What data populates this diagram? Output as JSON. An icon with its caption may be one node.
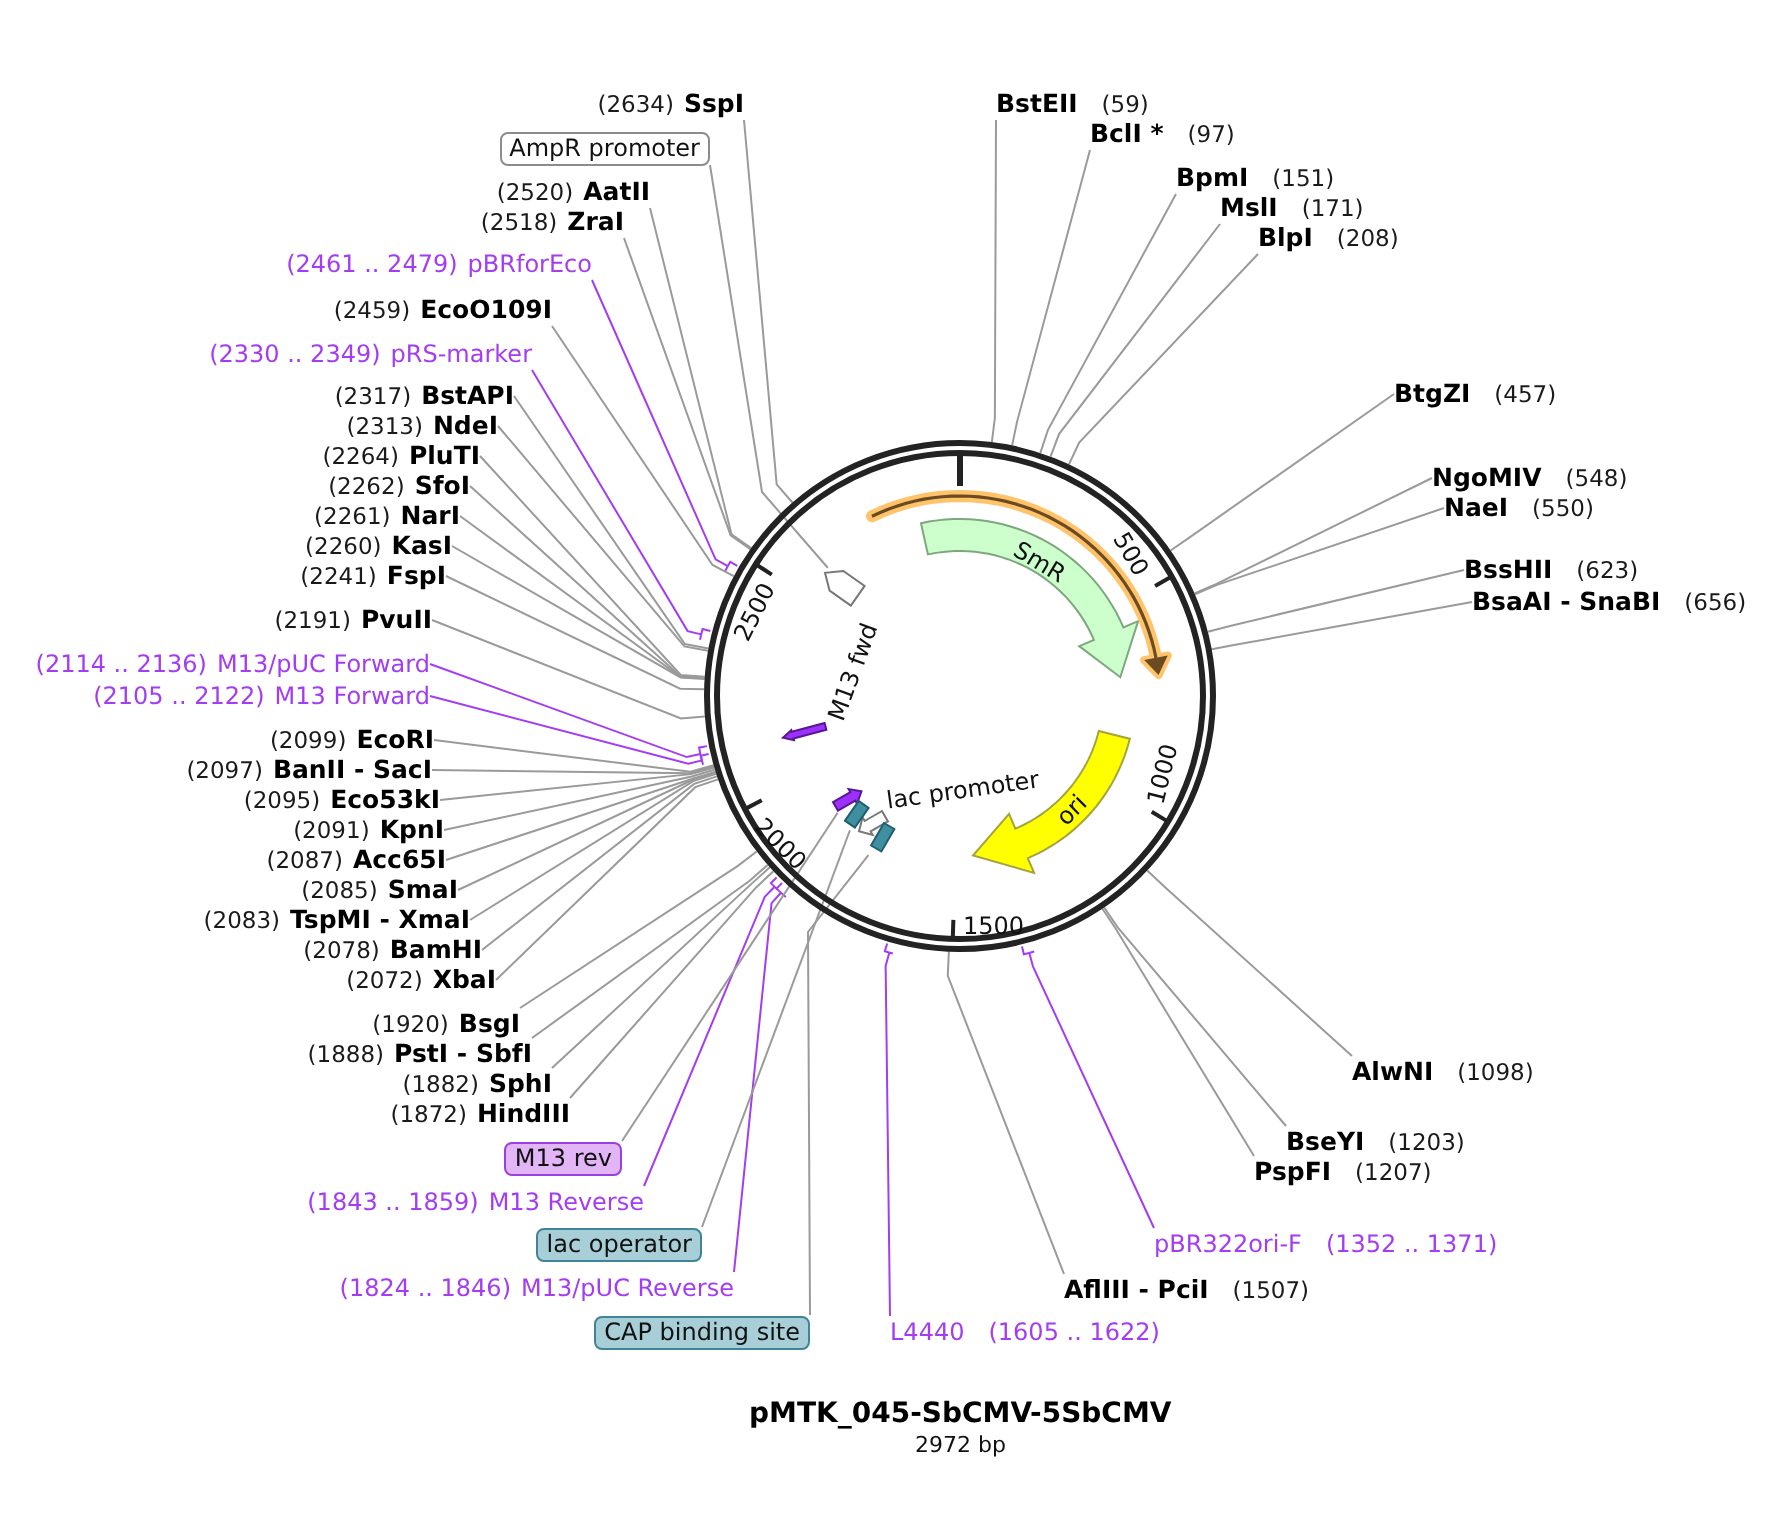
{
  "diagram": {
    "title": "pMTK_045-SbCMV-5SbCMV",
    "nodes": [
      {
        "text": [],
        "shape": "circle"
      },
      {
        "text": [
          "SmR"
        ],
        "in": 0
      },
      {
        "text": [
          "ori"
        ],
        "in": 0
      },
      {
        "text": [],
        "shape": "arrow",
        "in": 0
      },
      {
        "text": [],
        "shape": "arrow",
        "beside": [
          "M13 fwd"
        ],
        "in": 0
      },
      {
        "text": [],
        "shape": "arrow",
        "beside": [
          "lac promoter"
        ],
        "in": 0
      },
      {
        "text": [],
        "shape": "arrow",
        "in": 0
      },
      {
        "text": [],
        "shape": "box",
        "in": 0
      },
      {
        "text": [],
        "shape": "box",
        "in": 0
      },
      {
        "text": [
          "BstEII",
          "(59)"
        ]
      },
      {
        "text": [
          "BclI *",
          "(97)"
        ]
      },
      {
        "text": [
          "BpmI",
          "(151)"
        ]
      },
      {
        "text": [
          "MslI",
          "(171)"
        ]
      },
      {
        "text": [
          "BlpI",
          "(208)"
        ]
      },
      {
        "text": [
          "BtgZI",
          "(457)"
        ]
      },
      {
        "text": [
          "NgoMIV",
          "(548)"
        ]
      },
      {
        "text": [
          "NaeI",
          "(550)"
        ]
      },
      {
        "text": [
          "BssHII",
          "(623)"
        ]
      },
      {
        "text": [
          "BsaAI - SnaBI",
          "(656)"
        ]
      },
      {
        "text": [
          "AlwNI",
          "(1098)"
        ]
      },
      {
        "text": [
          "BseYI",
          "(1203)"
        ]
      },
      {
        "text": [
          "PspFI",
          "(1207)"
        ]
      },
      {
        "text": [
          "pBR322ori-F",
          "(1352 .. 1371)"
        ]
      },
      {
        "text": [
          "AflIII - PciI",
          "(1507)"
        ]
      },
      {
        "text": [
          "L4440",
          "(1605 .. 1622)"
        ]
      },
      {
        "text": [
          "CAP binding site"
        ]
      },
      {
        "text": [
          "(1824 .. 1846)",
          "M13/pUC Reverse"
        ]
      },
      {
        "text": [
          "lac operator"
        ]
      },
      {
        "text": [
          "(1843 .. 1859)",
          "M13 Reverse"
        ]
      },
      {
        "text": [
          "M13 rev"
        ]
      },
      {
        "text": [
          "(1872)",
          "HindIII"
        ]
      },
      {
        "text": [
          "(1882)",
          "SphI"
        ]
      },
      {
        "text": [
          "(1888)",
          "PstI - SbfI"
        ]
      },
      {
        "text": [
          "(1920)",
          "BsgI"
        ]
      },
      {
        "text": [
          "(2072)",
          "XbaI"
        ]
      },
      {
        "text": [
          "(2078)",
          "BamHI"
        ]
      },
      {
        "text": [
          "(2083)",
          "TspMI - XmaI"
        ]
      },
      {
        "text": [
          "(2085)",
          "SmaI"
        ]
      },
      {
        "text": [
          "(2087)",
          "Acc65I"
        ]
      },
      {
        "text": [
          "(2091)",
          "KpnI"
        ]
      },
      {
        "text": [
          "(2095)",
          "Eco53kI"
        ]
      },
      {
        "text": [
          "(2097)",
          "BanII - SacI"
        ]
      },
      {
        "text": [
          "(2099)",
          "EcoRI"
        ]
      },
      {
        "text": [
          "(2105 .. 2122)",
          "M13 Forward"
        ]
      },
      {
        "text": [
          "(2114 .. 2136)",
          "M13/pUC Forward"
        ]
      },
      {
        "text": [
          "(2191)",
          "PvuII"
        ]
      },
      {
        "text": [
          "(2241)",
          "FspI"
        ]
      },
      {
        "text": [
          "(2260)",
          "KasI"
        ]
      },
      {
        "text": [
          "(2261)",
          "NarI"
        ]
      },
      {
        "text": [
          "(2262)",
          "SfoI"
        ]
      },
      {
        "text": [
          "(2264)",
          "PluTI"
        ]
      },
      {
        "text": [
          "(2313)",
          "NdeI"
        ]
      },
      {
        "text": [
          "(2317)",
          "BstAPI"
        ]
      },
      {
        "text": [
          "(2330 .. 2349)",
          "pRS-marker"
        ]
      },
      {
        "text": [
          "(2459)",
          "EcoO109I"
        ]
      },
      {
        "text": [
          "(2461 .. 2479)",
          "pBRforEco"
        ]
      },
      {
        "text": [
          "(2518)",
          "ZraI"
        ]
      },
      {
        "text": [
          "(2520)",
          "AatII"
        ]
      },
      {
        "text": [
          "AmpR promoter"
        ]
      },
      {
        "text": [
          "(2634)",
          "SspI"
        ]
      }
    ],
    "edges": [
      {
        "from": 9,
        "to": 0,
        "arrow": "none"
      },
      {
        "from": 10,
        "to": 0,
        "arrow": "none"
      },
      {
        "from": 11,
        "to": 0,
        "arrow": "none"
      },
      {
        "from": 12,
        "to": 0,
        "arrow": "none"
      },
      {
        "from": 13,
        "to": 0,
        "arrow": "none"
      },
      {
        "from": 14,
        "to": 0,
        "arrow": "none"
      },
      {
        "from": 15,
        "to": 0,
        "arrow": "none"
      },
      {
        "from": 16,
        "to": 0,
        "arrow": "none"
      },
      {
        "from": 17,
        "to": 0,
        "arrow": "none"
      },
      {
        "from": 18,
        "to": 0,
        "arrow": "none"
      },
      {
        "from": 19,
        "to": 0,
        "arrow": "none"
      },
      {
        "from": 20,
        "to": 0,
        "arrow": "none"
      },
      {
        "from": 21,
        "to": 0,
        "arrow": "none"
      },
      {
        "from": 22,
        "to": 0,
        "arrow": "none",
        "color": "#a33cf2"
      },
      {
        "from": 23,
        "to": 0,
        "arrow": "none"
      },
      {
        "from": 24,
        "to": 0,
        "arrow": "none",
        "color": "#a33cf2"
      },
      {
        "from": 25,
        "to": 8,
        "arrow": "none"
      },
      {
        "from": 26,
        "to": 0,
        "arrow": "none",
        "color": "#a33cf2"
      },
      {
        "from": 27,
        "to": 7,
        "arrow": "none"
      },
      {
        "from": 28,
        "to": 0,
        "arrow": "none",
        "color": "#a33cf2"
      },
      {
        "from": 29,
        "to": 6,
        "arrow": "none"
      },
      {
        "from": 30,
        "to": 0,
        "arrow": "none"
      },
      {
        "from": 31,
        "to": 0,
        "arrow": "none"
      },
      {
        "from": 32,
        "to": 0,
        "arrow": "none"
      },
      {
        "from": 33,
        "to": 0,
        "arrow": "none"
      },
      {
        "from": 34,
        "to": 0,
        "arrow": "none"
      },
      {
        "from": 35,
        "to": 0,
        "arrow": "none"
      },
      {
        "from": 36,
        "to": 0,
        "arrow": "none"
      },
      {
        "from": 37,
        "to": 0,
        "arrow": "none"
      },
      {
        "from": 38,
        "to": 0,
        "arrow": "none"
      },
      {
        "from": 39,
        "to": 0,
        "arrow": "none"
      },
      {
        "from": 40,
        "to": 0,
        "arrow": "none"
      },
      {
        "from": 41,
        "to": 0,
        "arrow": "none"
      },
      {
        "from": 42,
        "to": 0,
        "arrow": "none"
      },
      {
        "from": 43,
        "to": 0,
        "arrow": "none",
        "color": "#a33cf2"
      },
      {
        "from": 44,
        "to": 0,
        "arrow": "none",
        "color": "#a33cf2"
      },
      {
        "from": 45,
        "to": 0,
        "arrow": "none"
      },
      {
        "from": 46,
        "to": 0,
        "arrow": "none"
      },
      {
        "from": 47,
        "to": 0,
        "arrow": "none"
      },
      {
        "from": 48,
        "to": 0,
        "arrow": "none"
      },
      {
        "from": 49,
        "to": 0,
        "arrow": "none"
      },
      {
        "from": 50,
        "to": 0,
        "arrow": "none"
      },
      {
        "from": 51,
        "to": 0,
        "arrow": "none"
      },
      {
        "from": 52,
        "to": 0,
        "arrow": "none"
      },
      {
        "from": 53,
        "to": 0,
        "arrow": "none",
        "color": "#a33cf2"
      },
      {
        "from": 54,
        "to": 0,
        "arrow": "none"
      },
      {
        "from": 55,
        "to": 0,
        "arrow": "none",
        "color": "#a33cf2"
      },
      {
        "from": 56,
        "to": 0,
        "arrow": "none"
      },
      {
        "from": 57,
        "to": 0,
        "arrow": "none"
      },
      {
        "from": 58,
        "to": 3,
        "arrow": "none"
      },
      {
        "from": 59,
        "to": 0,
        "arrow": "none"
      }
    ],
    "labels": [
      "500",
      "1000",
      "1500",
      "2000",
      "2500",
      "2972 bp"
    ]
  }
}
